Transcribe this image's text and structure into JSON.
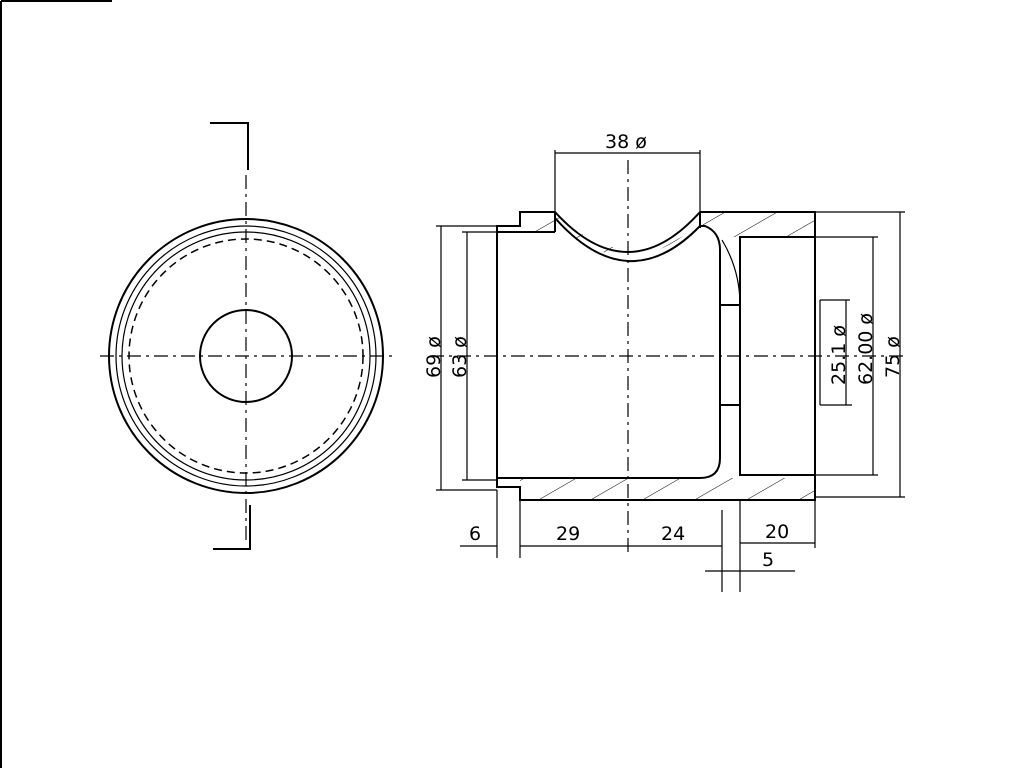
{
  "drawing": {
    "dimensions": {
      "top_diameter": "38 ø",
      "outer_left_diameter": "69 ø",
      "inner_left_diameter": "63 ø",
      "small_bore_diameter": "25.1 ø",
      "pocket_diameter": "62.00 ø",
      "outer_diameter": "75 ø",
      "flange_width": "6",
      "left_length": "29",
      "right_length": "24",
      "pocket_depth": "20",
      "slot_width": "5"
    }
  }
}
